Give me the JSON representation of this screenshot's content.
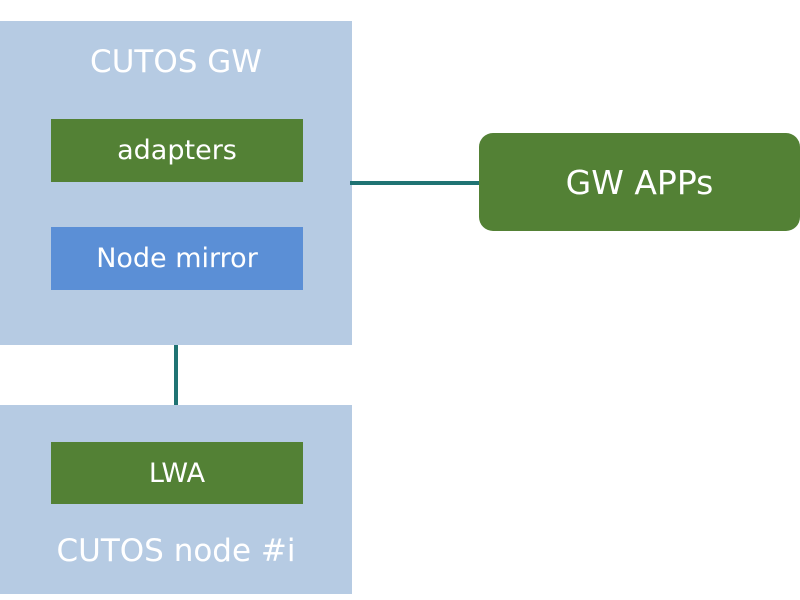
{
  "gateway": {
    "title": "CUTOS GW",
    "components": {
      "adapters": "adapters",
      "node_mirror": "Node mirror"
    }
  },
  "node": {
    "title": "CUTOS node #i",
    "components": {
      "lwa": "LWA"
    }
  },
  "apps": {
    "label": "GW APPs"
  },
  "colors": {
    "panel": "#b6cbe3",
    "green_component": "#538135",
    "blue_component": "#5b8fd6",
    "connector": "#1f7373",
    "text": "#ffffff"
  }
}
